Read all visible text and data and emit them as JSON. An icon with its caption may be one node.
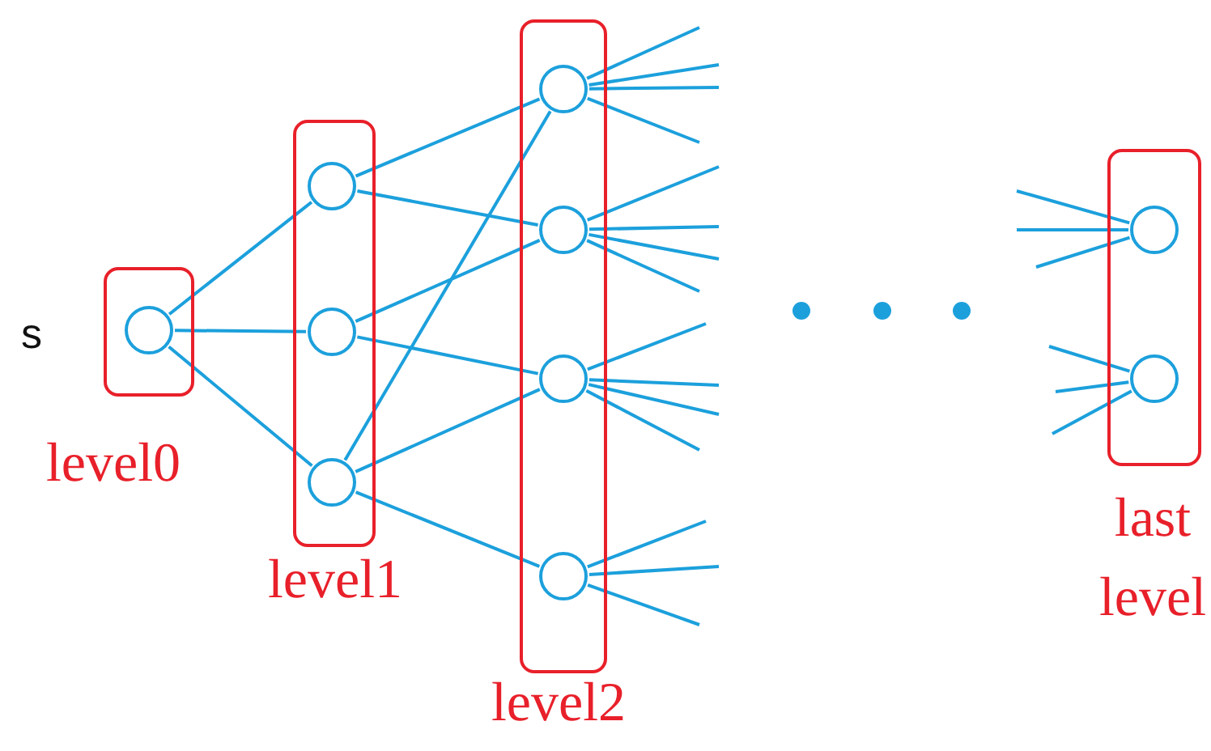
{
  "diagram": {
    "nodes": [
      {
        "text": [
          "level0"
        ]
      },
      {
        "text": [],
        "shape": "circle",
        "in": 0,
        "beside": [
          "s"
        ]
      },
      {
        "text": [
          "level1"
        ]
      },
      {
        "text": [],
        "shape": "circle",
        "in": 2
      },
      {
        "text": [],
        "shape": "circle",
        "in": 2
      },
      {
        "text": [],
        "shape": "circle",
        "in": 2
      },
      {
        "text": [
          "level2"
        ]
      },
      {
        "text": [],
        "shape": "circle",
        "in": 6
      },
      {
        "text": [],
        "shape": "circle",
        "in": 6
      },
      {
        "text": [],
        "shape": "circle",
        "in": 6
      },
      {
        "text": [],
        "shape": "circle",
        "in": 6
      },
      {
        "text": [
          "last level"
        ]
      },
      {
        "text": [],
        "shape": "circle",
        "in": 11
      },
      {
        "text": [],
        "shape": "circle",
        "in": 11
      }
    ],
    "edges": [
      {
        "from": 1,
        "to": 3,
        "arrow": "none"
      },
      {
        "from": 1,
        "to": 4,
        "arrow": "none"
      },
      {
        "from": 1,
        "to": 5,
        "arrow": "none"
      },
      {
        "from": 3,
        "to": 7,
        "arrow": "none"
      },
      {
        "from": 3,
        "to": 8,
        "arrow": "none"
      },
      {
        "from": 4,
        "to": 8,
        "arrow": "none"
      },
      {
        "from": 4,
        "to": 9,
        "arrow": "none"
      },
      {
        "from": 5,
        "to": 7,
        "arrow": "none"
      },
      {
        "from": 5,
        "to": 9,
        "arrow": "none"
      },
      {
        "from": 5,
        "to": 10,
        "arrow": "none"
      },
      {
        "from": 7,
        "to": null,
        "arrow": "none"
      },
      {
        "from": 7,
        "to": null,
        "arrow": "none"
      },
      {
        "from": 7,
        "to": null,
        "arrow": "none"
      },
      {
        "from": 7,
        "to": null,
        "arrow": "none"
      },
      {
        "from": 8,
        "to": null,
        "arrow": "none"
      },
      {
        "from": 8,
        "to": null,
        "arrow": "none"
      },
      {
        "from": 8,
        "to": null,
        "arrow": "none"
      },
      {
        "from": 8,
        "to": null,
        "arrow": "none"
      },
      {
        "from": 9,
        "to": null,
        "arrow": "none"
      },
      {
        "from": 9,
        "to": null,
        "arrow": "none"
      },
      {
        "from": 9,
        "to": null,
        "arrow": "none"
      },
      {
        "from": 9,
        "to": null,
        "arrow": "none"
      },
      {
        "from": 10,
        "to": null,
        "arrow": "none"
      },
      {
        "from": 10,
        "to": null,
        "arrow": "none"
      },
      {
        "from": 10,
        "to": null,
        "arrow": "none"
      },
      {
        "from": null,
        "to": 12,
        "arrow": "none"
      },
      {
        "from": null,
        "to": 12,
        "arrow": "none"
      },
      {
        "from": null,
        "to": 12,
        "arrow": "none"
      },
      {
        "from": null,
        "to": 13,
        "arrow": "none"
      },
      {
        "from": null,
        "to": 13,
        "arrow": "none"
      },
      {
        "from": null,
        "to": 13,
        "arrow": "none"
      }
    ]
  }
}
